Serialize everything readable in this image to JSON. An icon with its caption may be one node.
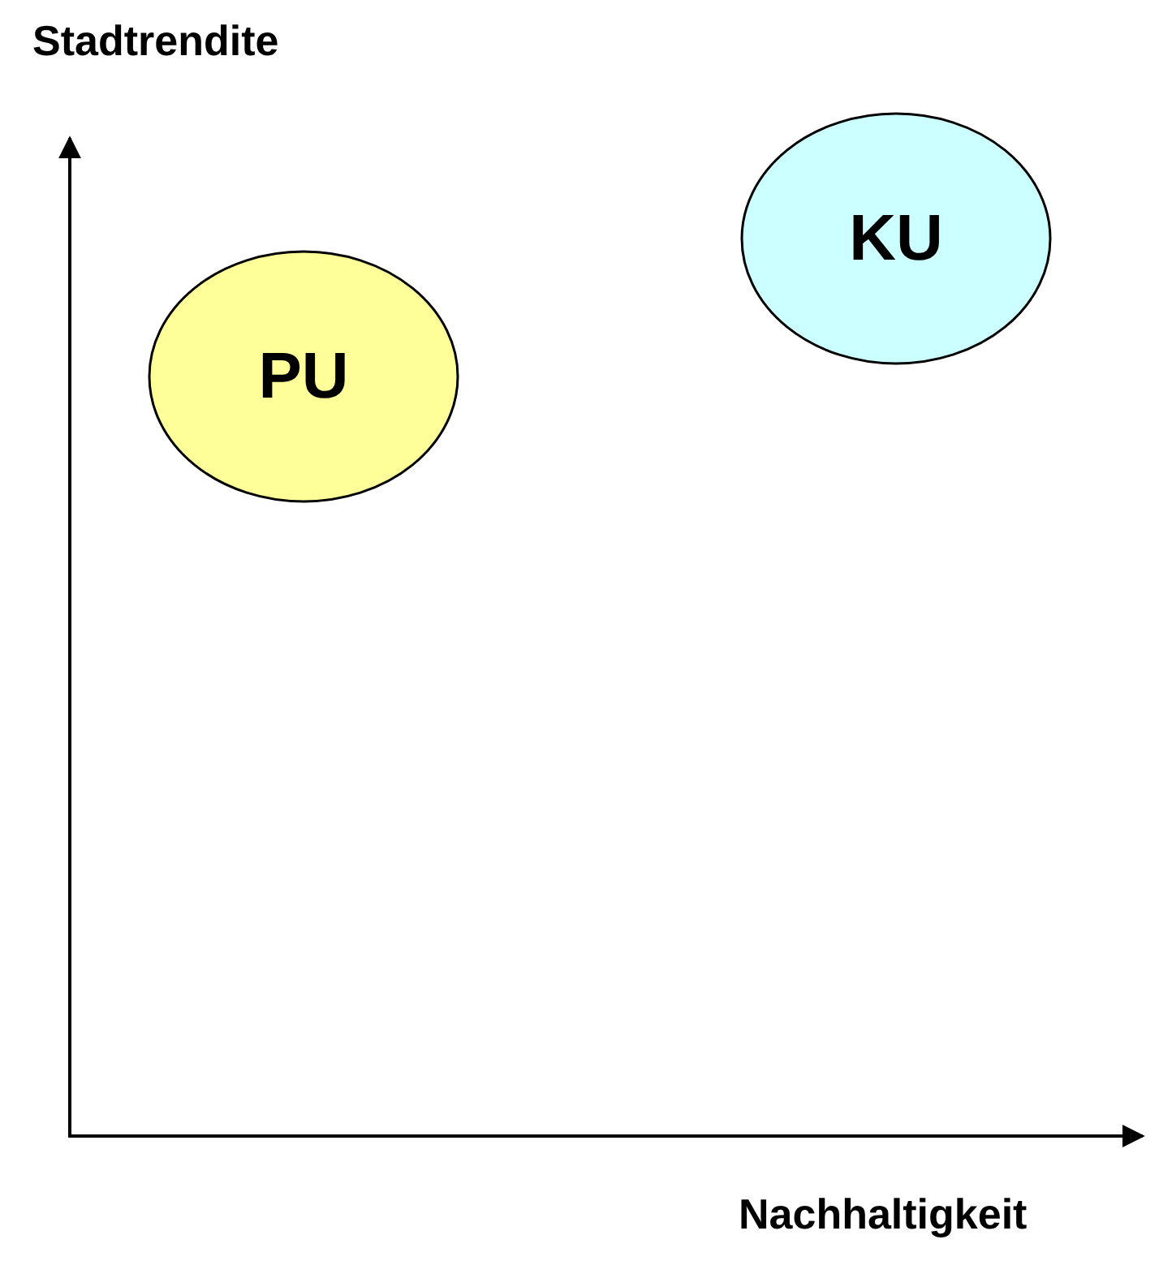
{
  "diagram": {
    "nodes": [
      {
        "text": [
          "KU"
        ]
      },
      {
        "text": [
          "PU"
        ]
      }
    ],
    "labels": [
      "Stadtrendite",
      "Nachhaltigkeit"
    ]
  }
}
